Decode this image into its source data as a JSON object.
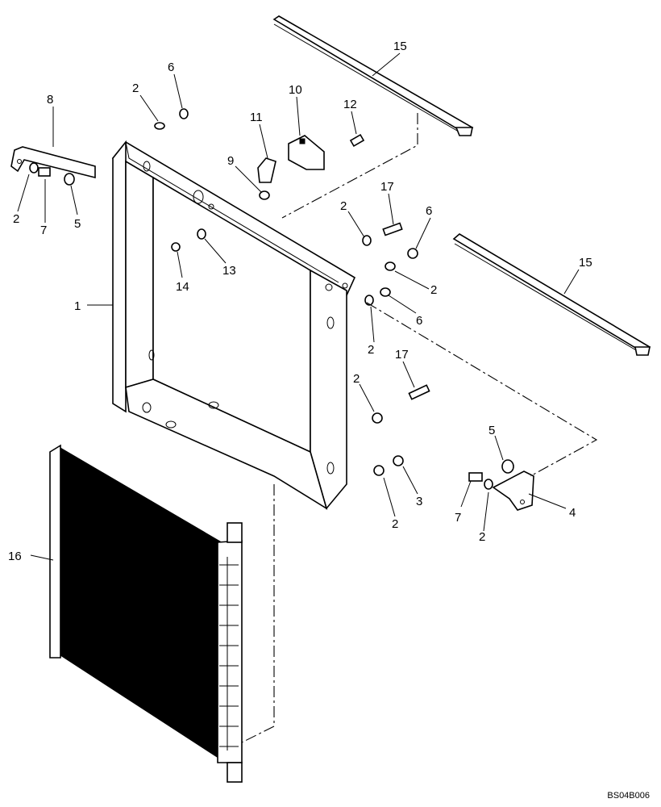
{
  "diagram": {
    "drawing_code": "BS04B006",
    "callouts": [
      {
        "id": "c15a",
        "text": "15"
      },
      {
        "id": "c15b",
        "text": "15"
      },
      {
        "id": "c2a",
        "text": "2"
      },
      {
        "id": "c6a",
        "text": "6"
      },
      {
        "id": "c10",
        "text": "10"
      },
      {
        "id": "c12",
        "text": "12"
      },
      {
        "id": "c11",
        "text": "11"
      },
      {
        "id": "c8",
        "text": "8"
      },
      {
        "id": "c9",
        "text": "9"
      },
      {
        "id": "c17a",
        "text": "17"
      },
      {
        "id": "c2b",
        "text": "2"
      },
      {
        "id": "c6b",
        "text": "6"
      },
      {
        "id": "c2c",
        "text": "2"
      },
      {
        "id": "c7a",
        "text": "7"
      },
      {
        "id": "c5a",
        "text": "5"
      },
      {
        "id": "c13",
        "text": "13"
      },
      {
        "id": "c14",
        "text": "14"
      },
      {
        "id": "c2d",
        "text": "2"
      },
      {
        "id": "c6c",
        "text": "6"
      },
      {
        "id": "c1",
        "text": "1"
      },
      {
        "id": "c2e",
        "text": "2"
      },
      {
        "id": "c17b",
        "text": "17"
      },
      {
        "id": "c2f",
        "text": "2"
      },
      {
        "id": "c5b",
        "text": "5"
      },
      {
        "id": "c3",
        "text": "3"
      },
      {
        "id": "c4",
        "text": "4"
      },
      {
        "id": "c2g",
        "text": "2"
      },
      {
        "id": "c7b",
        "text": "7"
      },
      {
        "id": "c2h",
        "text": "2"
      },
      {
        "id": "c16",
        "text": "16"
      }
    ]
  }
}
